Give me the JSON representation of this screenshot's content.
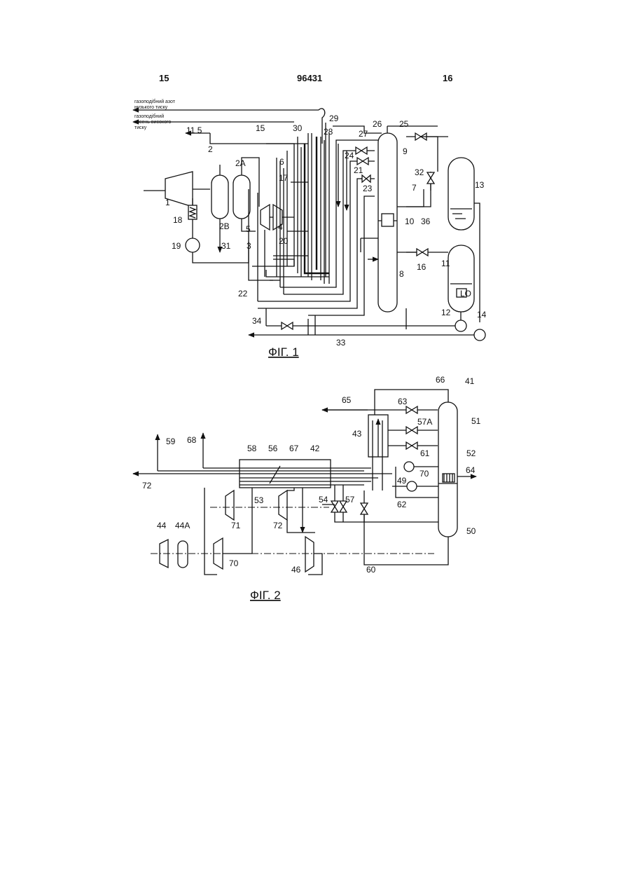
{
  "header": {
    "left_page": "15",
    "doc_number": "96431",
    "right_page": "16"
  },
  "fig1": {
    "caption": "ФІГ. 1",
    "outputs": {
      "nitrogen_line1": "газоподібний азот",
      "nitrogen_line2": "низького тиску",
      "oxygen_line1": "газоподібний",
      "oxygen_line2": "кисень високого",
      "oxygen_line3": "тиску"
    },
    "lo_label": "LO",
    "labels": {
      "l1": "1",
      "l2": "2",
      "l2A": "2A",
      "l2B": "2B",
      "l3": "3",
      "l4": "4",
      "l5": "5",
      "l6": "6",
      "l7": "7",
      "l8": "8",
      "l9": "9",
      "l10": "10",
      "l11": "11",
      "l115": "11 5",
      "l12": "12",
      "l13": "13",
      "l14": "14",
      "l15": "15",
      "l16": "16",
      "l17": "17",
      "l18": "18",
      "l19": "19",
      "l20": "20",
      "l21": "21",
      "l22": "22",
      "l23": "23",
      "l24": "24",
      "l25": "25",
      "l26": "26",
      "l27": "27",
      "l28": "28",
      "l29": "29",
      "l30": "30",
      "l31": "31",
      "l32": "32",
      "l33": "33",
      "l34": "34",
      "l36": "36"
    }
  },
  "fig2": {
    "caption": "ФІГ. 2",
    "labels": {
      "l41": "41",
      "l42": "42",
      "l43": "43",
      "l44": "44",
      "l44A": "44A",
      "l46": "46",
      "l49": "49",
      "l50": "50",
      "l51": "51",
      "l52": "52",
      "l53": "53",
      "l54": "54",
      "l56": "56",
      "l57": "57",
      "l57A": "57A",
      "l58": "58",
      "l59": "59",
      "l60": "60",
      "l61": "61",
      "l62": "62",
      "l63": "63",
      "l64": "64",
      "l65": "65",
      "l66": "66",
      "l67": "67",
      "l68": "68",
      "l70a": "70",
      "l70b": "70",
      "l71": "71",
      "l72a": "72",
      "l72b": "72"
    }
  }
}
